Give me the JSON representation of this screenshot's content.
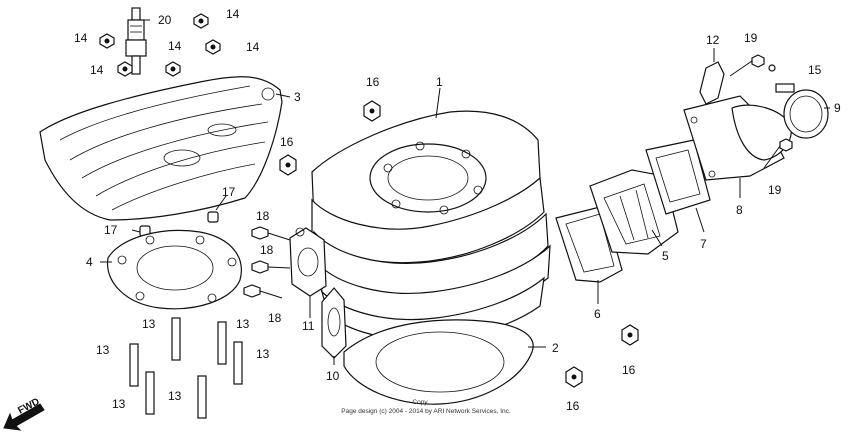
{
  "labels": {
    "p1": "1",
    "p2": "2",
    "p3": "3",
    "p4": "4",
    "p5": "5",
    "p6": "6",
    "p7": "7",
    "p8": "8",
    "p9": "9",
    "p10": "10",
    "p11": "11",
    "p12": "12",
    "p13": "13",
    "p14": "14",
    "p15": "15",
    "p16": "16",
    "p17": "17",
    "p18": "18",
    "p19": "19",
    "p20": "20"
  },
  "direction": "FWD",
  "copyright_line1": "Copy",
  "copyright_line2": "Page design (c) 2004 - 2014 by ARI Network Services, Inc."
}
